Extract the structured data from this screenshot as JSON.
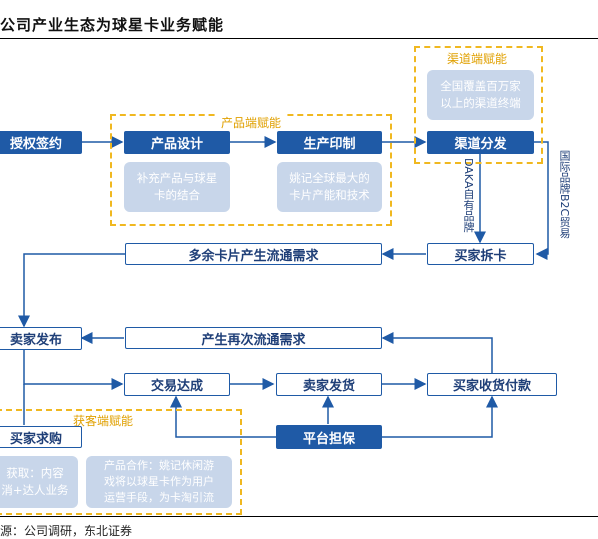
{
  "title": "公司产业生态为球星卡业务赋能",
  "regions": {
    "product": "产品端赋能",
    "channel": "渠道端赋能",
    "customer": "获客端赋能"
  },
  "nodes": {
    "license": "授权签约",
    "design": "产品设计",
    "print": "生产印制",
    "distribution": "渠道分发",
    "buyer_break": "买家拆卡",
    "excess_demand": "多余卡片产生流通需求",
    "seller_publish": "卖家发布",
    "secondary_demand": "产生再次流通需求",
    "deal": "交易达成",
    "seller_ship": "卖家发货",
    "buyer_pay": "买家收货付款",
    "platform": "平台担保",
    "buyer_purchase": "买家求购"
  },
  "notes": {
    "design_note": "补充产品与球星\n卡的结合",
    "print_note": "姚记全球最大的\n卡片产能和技术",
    "channel_note": "全国覆盖百万家\n以上的渠道终端",
    "acquire_note": "获取：内容\n消+达人业务",
    "cooperation_note": "产品合作：姚记休闲游\n戏将以球星卡作为用户\n运营手段，为卡淘引流"
  },
  "edge_labels": {
    "daka": "DAKA自有品牌",
    "intl": "国际品牌B2C贸易"
  },
  "source": "源：公司调研，东北证券",
  "colors": {
    "dark": "#1f5aa6",
    "soft": "#c8d6ea",
    "dash": "#f0b820",
    "line": "#1f5aa6"
  }
}
